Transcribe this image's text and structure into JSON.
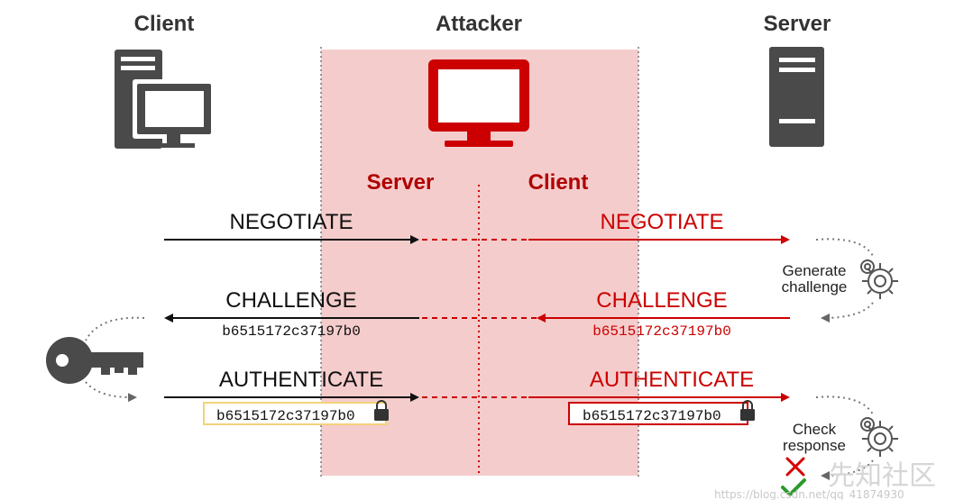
{
  "headers": {
    "client": "Client",
    "attacker": "Attacker",
    "server": "Server"
  },
  "attacker_roles": {
    "server": "Server",
    "client": "Client"
  },
  "messages": {
    "negotiate": "NEGOTIATE",
    "challenge": "CHALLENGE",
    "authenticate": "AUTHENTICATE"
  },
  "hash_value": "b6515172c37197b0",
  "server_notes": {
    "generate": [
      "Generate",
      "challenge"
    ],
    "check": [
      "Check",
      "response"
    ]
  },
  "watermark": {
    "url": "https://blog.csdn.net/qq_41874930",
    "site": "先知社区"
  },
  "colors": {
    "attacker_zone": "#f5cccc",
    "attacker_red": "#cc0000",
    "dark_red": "#b00000",
    "icon_gray": "#4a4a4a",
    "client_hash_box": "#f3d27a",
    "attacker_hash_box": "#cc0000"
  },
  "icons": {
    "client": "desktop-computer-icon",
    "attacker": "monitor-icon",
    "server": "server-tower-icon",
    "key": "key-icon",
    "lock": "lock-icon",
    "gear": "gears-icon",
    "reject": "cross-icon",
    "accept": "checkmark-icon"
  }
}
